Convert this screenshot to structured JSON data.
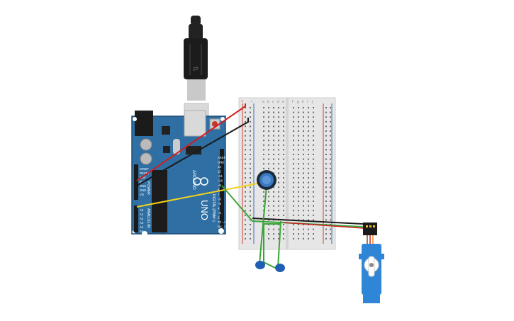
{
  "colors": {
    "board": "#2f6fa3",
    "board_dark": "#1f4e77",
    "breadboard": "#e6e6e6",
    "rail_red": "#d33a2c",
    "rail_blue": "#3f6fb8",
    "wire_red": "#d11f1f",
    "wire_black": "#1a1a1a",
    "wire_yellow": "#f2d21b",
    "wire_green": "#3aa63a",
    "servo": "#2f86d6",
    "cap": "#1f5fb3"
  },
  "arduino": {
    "brand": "ARDUINO",
    "model": "UNO",
    "pin_labels_right": [
      "AREF",
      "GND",
      "13",
      "12",
      "~11",
      "~10",
      "~9",
      "8",
      "7",
      "~6",
      "~5",
      "4",
      "~3",
      "2",
      "TX→1",
      "RX←0"
    ],
    "power_labels": [
      "IOREF",
      "RESET",
      "3.3V",
      "5V",
      "GND",
      "GND",
      "Vin"
    ],
    "analog_labels": [
      "A0",
      "A1",
      "A2",
      "A3",
      "A4",
      "A5"
    ],
    "side_text_digital": "DIGITAL (PWM~)",
    "side_text_power": "POWER",
    "side_text_analog": "ANALOG IN"
  },
  "breadboard": {
    "column_labels_left": [
      "a",
      "b",
      "c",
      "d",
      "e"
    ],
    "column_labels_right": [
      "f",
      "g",
      "h",
      "i",
      "j"
    ],
    "rail_plus": "+",
    "rail_minus": "−"
  },
  "icons": {
    "usb_cable": "usb-cable-icon",
    "potentiometer": "potentiometer-icon",
    "servo": "servo-motor-icon",
    "capacitor": "capacitor-icon"
  }
}
